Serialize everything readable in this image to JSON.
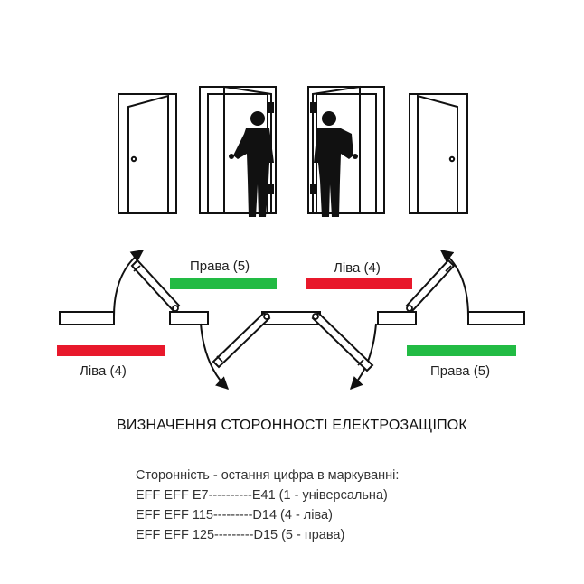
{
  "diagram": {
    "labels": {
      "right_top": "Права (5)",
      "left_top": "Ліва (4)",
      "left_bottom": "Ліва (4)",
      "right_bottom": "Права (5)"
    },
    "colors": {
      "green": "#22bb44",
      "red": "#e8182b",
      "line": "#111111"
    },
    "title": "ВИЗНАЧЕННЯ СТОРОННОСТІ ЕЛЕКТРОЗАЩІПОК",
    "notes": [
      "Сторонність - остання цифра в маркуванні:",
      "EFF EFF E7----------E41 (1 - універсальна)",
      "EFF EFF 115---------D14 (4 - ліва)",
      "EFF EFF 125---------D15 (5 - права)"
    ]
  }
}
